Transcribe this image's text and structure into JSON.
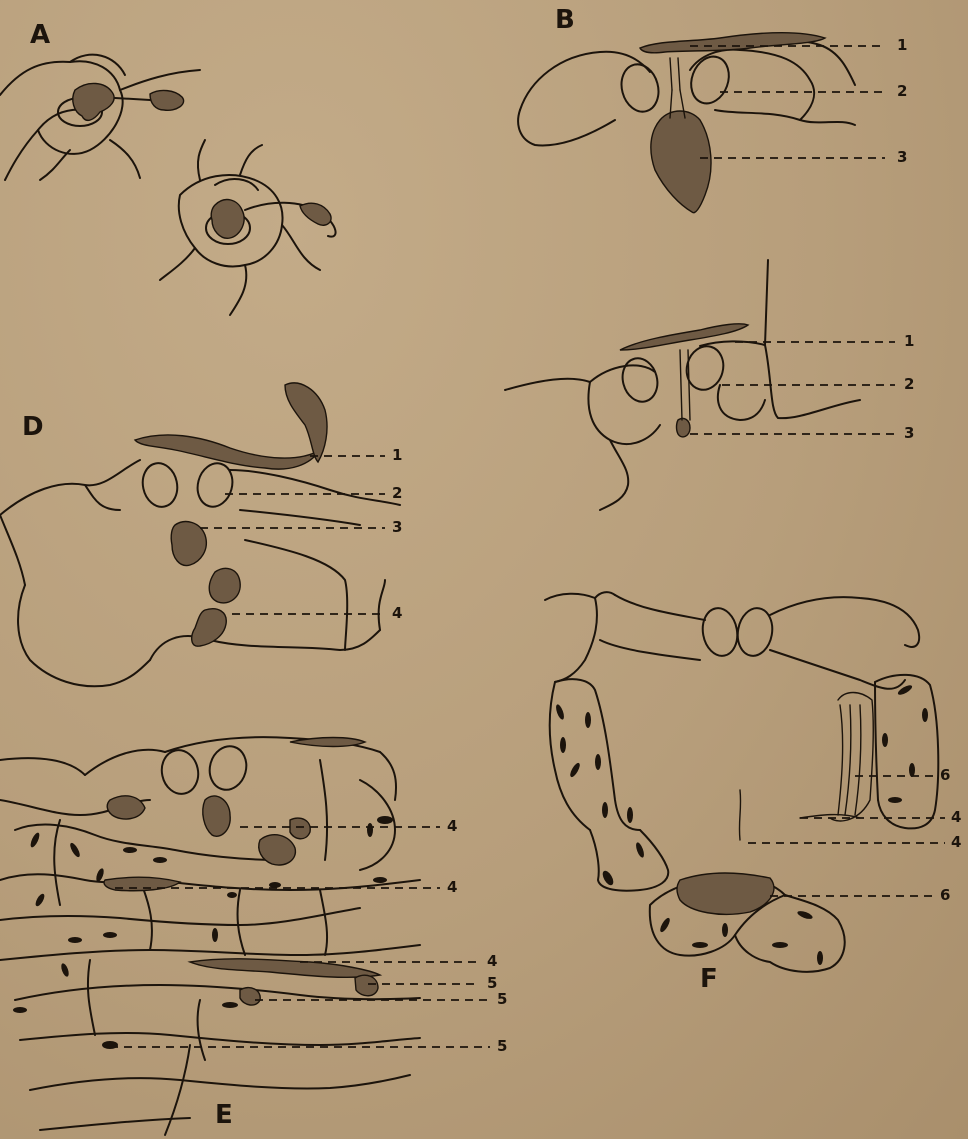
{
  "figure": {
    "panels": [
      {
        "id": "A",
        "letter": "A",
        "callouts": []
      },
      {
        "id": "B",
        "letter": "B",
        "callouts": [
          "1",
          "2",
          "3"
        ]
      },
      {
        "id": "C",
        "letter": "",
        "callouts": [
          "1",
          "2",
          "3"
        ]
      },
      {
        "id": "D",
        "letter": "D",
        "callouts": [
          "1",
          "2",
          "3",
          "4"
        ]
      },
      {
        "id": "E",
        "letter": "E",
        "callouts": [
          "4",
          "4",
          "4",
          "5",
          "5",
          "5"
        ]
      },
      {
        "id": "F",
        "letter": "F",
        "callouts": [
          "6",
          "4",
          "4",
          "6"
        ]
      }
    ]
  },
  "colors": {
    "paper": "#b89f7c",
    "ink": "#1c140c"
  }
}
